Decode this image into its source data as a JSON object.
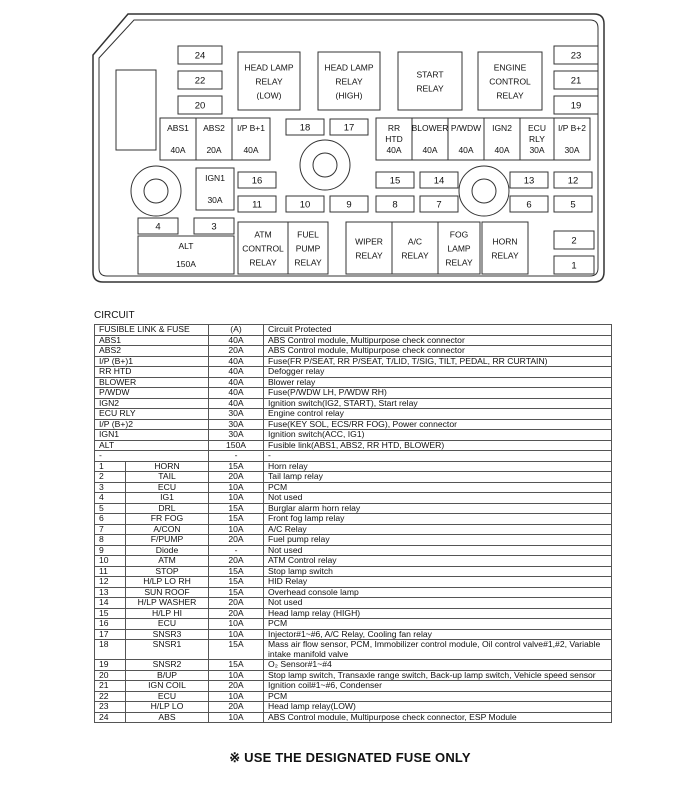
{
  "diagram": {
    "small_fuses": [
      {
        "id": "24"
      },
      {
        "id": "22"
      },
      {
        "id": "20"
      },
      {
        "id": "23"
      },
      {
        "id": "21"
      },
      {
        "id": "19"
      },
      {
        "id": "18"
      },
      {
        "id": "17"
      },
      {
        "id": "16"
      },
      {
        "id": "11"
      },
      {
        "id": "10"
      },
      {
        "id": "9"
      },
      {
        "id": "8"
      },
      {
        "id": "15"
      },
      {
        "id": "14"
      },
      {
        "id": "7"
      },
      {
        "id": "13"
      },
      {
        "id": "6"
      },
      {
        "id": "12"
      },
      {
        "id": "5"
      },
      {
        "id": "2"
      },
      {
        "id": "1"
      },
      {
        "id": "4"
      },
      {
        "id": "3"
      }
    ],
    "relays": [
      {
        "lines": [
          "HEAD LAMP",
          "RELAY",
          "(LOW)"
        ]
      },
      {
        "lines": [
          "HEAD LAMP",
          "RELAY",
          "(HIGH)"
        ]
      },
      {
        "lines": [
          "START",
          "RELAY"
        ]
      },
      {
        "lines": [
          "ENGINE",
          "CONTROL",
          "RELAY"
        ]
      },
      {
        "lines": [
          "ATM",
          "CONTROL",
          "RELAY"
        ]
      },
      {
        "lines": [
          "FUEL",
          "PUMP",
          "RELAY"
        ]
      },
      {
        "lines": [
          "WIPER",
          "RELAY"
        ]
      },
      {
        "lines": [
          "A/C",
          "RELAY"
        ]
      },
      {
        "lines": [
          "FOG",
          "LAMP",
          "RELAY"
        ]
      },
      {
        "lines": [
          "HORN",
          "RELAY"
        ]
      }
    ],
    "links": [
      {
        "name": "ABS1",
        "amp": "40A"
      },
      {
        "name": "ABS2",
        "amp": "20A"
      },
      {
        "name": "I/P B+1",
        "amp": "40A"
      },
      {
        "name": "RR HTD",
        "amp": "40A"
      },
      {
        "name": "BLOWER",
        "amp": "40A"
      },
      {
        "name": "P/WDW",
        "amp": "40A"
      },
      {
        "name": "IGN2",
        "amp": "40A"
      },
      {
        "name": "ECU RLY",
        "amp": "30A"
      },
      {
        "name": "I/P B+2",
        "amp": "30A"
      },
      {
        "name": "IGN1",
        "amp": "30A"
      },
      {
        "name": "ALT",
        "amp": "150A"
      }
    ]
  },
  "circuit_title": "CIRCUIT",
  "table": {
    "header": [
      "FUSIBLE LINK & FUSE",
      "(A)",
      "Circuit Protected"
    ],
    "links": [
      [
        "ABS1",
        "40A",
        "ABS Control module, Multipurpose check connector"
      ],
      [
        "ABS2",
        "20A",
        "ABS Control module, Multipurpose check connector"
      ],
      [
        "I/P (B+)1",
        "40A",
        "Fuse(FR P/SEAT, RR P/SEAT, T/LID, T/SIG, TILT, PEDAL, RR CURTAIN)"
      ],
      [
        "RR HTD",
        "40A",
        "Defogger relay"
      ],
      [
        "BLOWER",
        "40A",
        "Blower relay"
      ],
      [
        "P/WDW",
        "40A",
        "Fuse(P/WDW LH, P/WDW RH)"
      ],
      [
        "IGN2",
        "40A",
        "Ignition switch(IG2, START), Start relay"
      ],
      [
        "ECU RLY",
        "30A",
        "Engine control relay"
      ],
      [
        "I/P (B+)2",
        "30A",
        "Fuse(KEY SOL, ECS/RR FOG), Power connector"
      ],
      [
        "IGN1",
        "30A",
        "Ignition switch(ACC, IG1)"
      ],
      [
        "ALT",
        "150A",
        "Fusible link(ABS1, ABS2, RR HTD, BLOWER)"
      ],
      [
        "-",
        "-",
        "-"
      ]
    ],
    "fuses": [
      [
        "1",
        "HORN",
        "15A",
        "Horn relay"
      ],
      [
        "2",
        "TAIL",
        "20A",
        "Tail lamp relay"
      ],
      [
        "3",
        "ECU",
        "10A",
        "PCM"
      ],
      [
        "4",
        "IG1",
        "10A",
        "Not used"
      ],
      [
        "5",
        "DRL",
        "15A",
        "Burglar alarm horn relay"
      ],
      [
        "6",
        "FR FOG",
        "15A",
        "Front fog lamp relay"
      ],
      [
        "7",
        "A/CON",
        "10A",
        "A/C Relay"
      ],
      [
        "8",
        "F/PUMP",
        "20A",
        "Fuel pump relay"
      ],
      [
        "9",
        "Diode",
        "-",
        "Not used"
      ],
      [
        "10",
        "ATM",
        "20A",
        "ATM Control relay"
      ],
      [
        "11",
        "STOP",
        "15A",
        "Stop lamp switch"
      ],
      [
        "12",
        "H/LP LO RH",
        "15A",
        "HID Relay"
      ],
      [
        "13",
        "SUN ROOF",
        "15A",
        "Overhead console lamp"
      ],
      [
        "14",
        "H/LP WASHER",
        "20A",
        "Not used"
      ],
      [
        "15",
        "H/LP HI",
        "20A",
        "Head lamp relay (HIGH)"
      ],
      [
        "16",
        "ECU",
        "10A",
        "PCM"
      ],
      [
        "17",
        "SNSR3",
        "10A",
        "Injector#1~#6, A/C Relay, Cooling fan relay"
      ],
      [
        "18",
        "SNSR1",
        "15A",
        "Mass air flow sensor, PCM, Immobilizer control module, Oil control valve#1,#2, Variable intake manifold valve"
      ],
      [
        "19",
        "SNSR2",
        "15A",
        "O₂ Sensor#1~#4"
      ],
      [
        "20",
        "B/UP",
        "10A",
        "Stop lamp switch, Transaxle range switch, Back-up lamp switch, Vehicle speed sensor"
      ],
      [
        "21",
        "IGN COIL",
        "20A",
        "Ignition coil#1~#6, Condenser"
      ],
      [
        "22",
        "ECU",
        "10A",
        "PCM"
      ],
      [
        "23",
        "H/LP LO",
        "20A",
        "Head lamp relay(LOW)"
      ],
      [
        "24",
        "ABS",
        "10A",
        "ABS Control module, Multipurpose check connector, ESP Module"
      ]
    ]
  },
  "note": "※ USE THE DESIGNATED FUSE ONLY"
}
